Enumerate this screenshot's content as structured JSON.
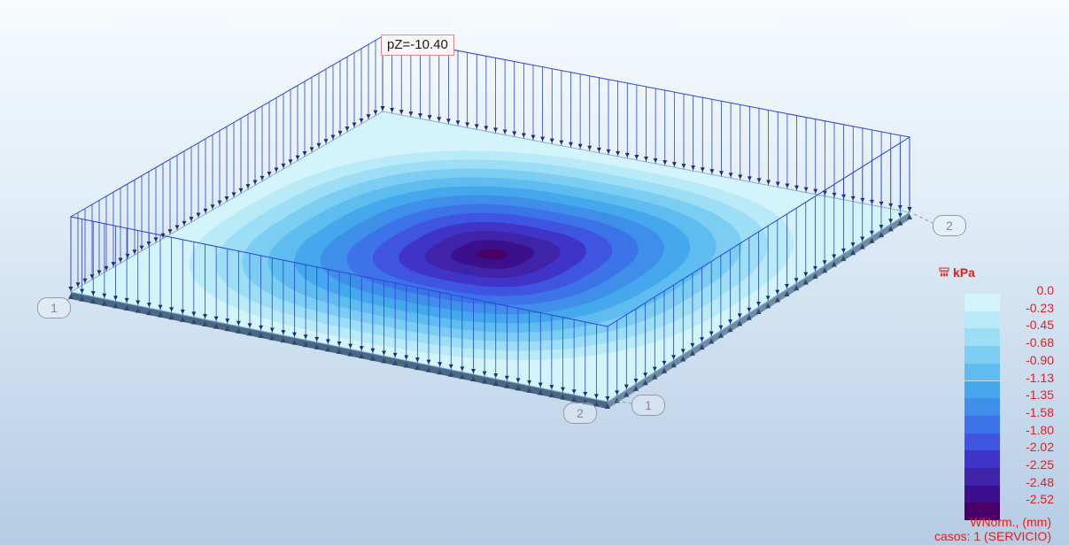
{
  "load_label": "pZ=-10.40",
  "axis_labels": [
    "1",
    "2",
    "1",
    "2"
  ],
  "legend": {
    "unit": "kPa",
    "unit_icon": "load-icon",
    "values": [
      "0.0",
      "-0.23",
      "-0.45",
      "-0.68",
      "-0.90",
      "-1.13",
      "-1.35",
      "-1.58",
      "-1.80",
      "-2.02",
      "-2.25",
      "-2.48",
      "-2.52"
    ],
    "colors": [
      "#d4f4fb",
      "#b8eaf8",
      "#9cdef5",
      "#7ccdf2",
      "#5ebcef",
      "#45a8ec",
      "#3e8eea",
      "#3d73e8",
      "#3f55e2",
      "#4033c7",
      "#3f23a8",
      "#3c0f8c",
      "#4b0068"
    ],
    "title": "WNorm., (mm)",
    "case": "casos: 1 (SERVICIO)"
  },
  "colors": {
    "frame_line": "#2a44d8",
    "slab_edge": "#5d7a95",
    "label_text": "#e02020"
  }
}
